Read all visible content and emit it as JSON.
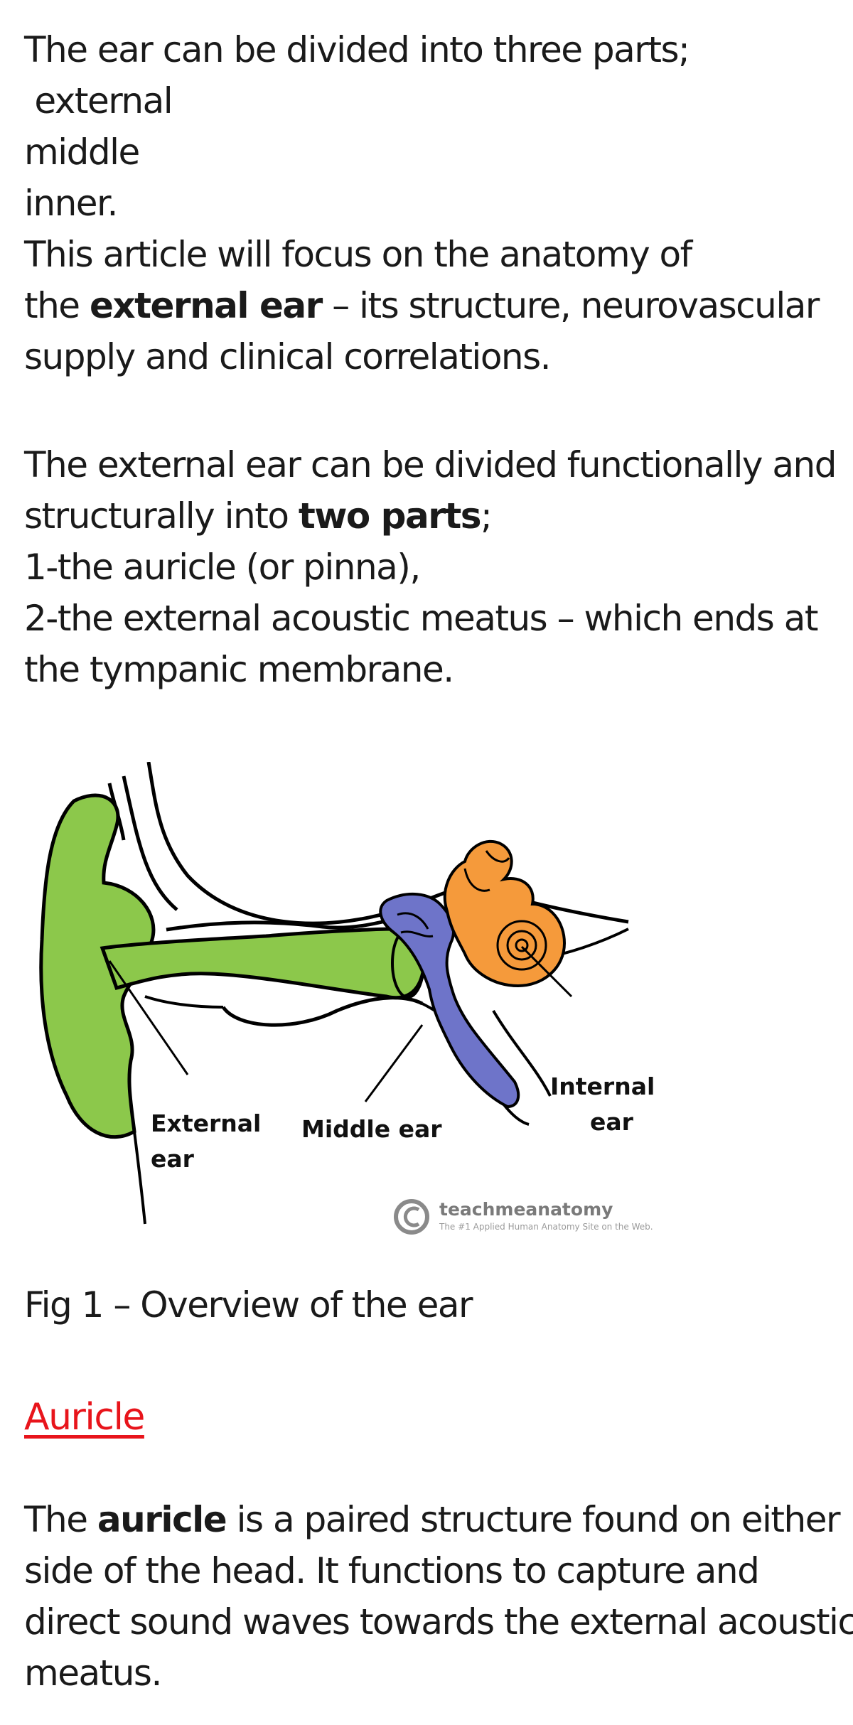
{
  "intro": {
    "line1": "The ear can be divided into three parts;",
    "part1": " external",
    "part2": "middle",
    "part3": "inner.",
    "focus_prefix": "This article will focus on the anatomy of",
    "focus_the": "the ",
    "focus_bold": "external ear",
    "focus_rest": " – its structure, neurovascular",
    "focus_end": "supply and clinical correlations."
  },
  "divisions": {
    "line1": "The external ear can be divided functionally and",
    "line2_prefix": "structurally into ",
    "line2_bold": "two parts",
    "line2_suffix": ";",
    "item1": "1-the auricle (or pinna),",
    "item2": "2-the external acoustic meatus – which ends at",
    "item2_end": "the tympanic membrane."
  },
  "figure": {
    "label_external_1": "External",
    "label_external_2": "ear",
    "label_middle": "Middle ear",
    "label_internal_1": "Internal",
    "label_internal_2": "ear",
    "watermark_name": "teachmeanatomy",
    "watermark_tagline": "The #1 Applied Human Anatomy Site on the Web.",
    "colors": {
      "external": "#8cc84b",
      "middle": "#6e74c9",
      "inner": "#f59a3b"
    }
  },
  "caption": "Fig 1 – Overview of the ear",
  "section_heading": "Auricle",
  "auricle": {
    "prefix": "The ",
    "bold": "auricle",
    "line1_rest": " is a paired structure found on either",
    "line2": "side of the head. It functions to capture and",
    "line3": "direct sound waves towards the external acoustic",
    "line4": "meatus."
  }
}
